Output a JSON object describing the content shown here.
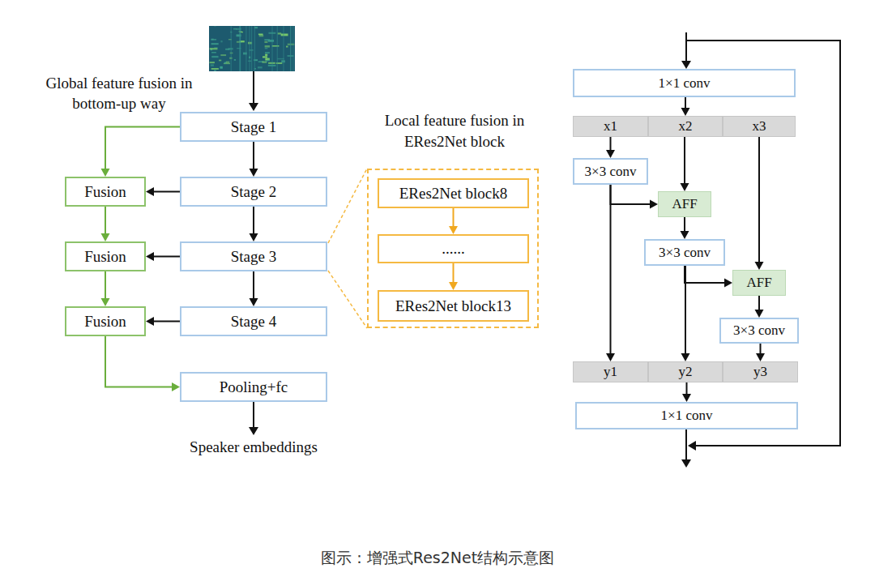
{
  "diagram": {
    "caption": "图示：增强式Res2Net结构示意图",
    "nodes": [
      {
        "text": [
          "Stage 1"
        ]
      },
      {
        "text": [
          "Fusion"
        ]
      },
      {
        "text": [
          "Stage 2"
        ]
      },
      {
        "text": [
          "Fusion"
        ]
      },
      {
        "text": [
          "Stage 3"
        ]
      },
      {
        "text": [
          "Fusion"
        ]
      },
      {
        "text": [
          "Stage 4"
        ]
      },
      {
        "text": [
          "Pooling+fc"
        ]
      },
      {
        "text": [
          "Local feature fusion in ERes2Net block"
        ]
      },
      {
        "text": [
          "ERes2Net block8"
        ],
        "in": 8
      },
      {
        "text": [
          "......"
        ],
        "in": 8
      },
      {
        "text": [
          "ERes2Net block13"
        ],
        "in": 8
      },
      {
        "text": [
          "1×1 conv"
        ]
      },
      {
        "text": [
          "x1"
        ]
      },
      {
        "text": [
          "x2"
        ]
      },
      {
        "text": [
          "x3"
        ]
      },
      {
        "text": [
          "3×3 conv"
        ]
      },
      {
        "text": [
          "AFF"
        ]
      },
      {
        "text": [
          "3×3 conv"
        ]
      },
      {
        "text": [
          "AFF"
        ]
      },
      {
        "text": [
          "3×3 conv"
        ]
      },
      {
        "text": [
          "y1"
        ]
      },
      {
        "text": [
          "y2"
        ]
      },
      {
        "text": [
          "y3"
        ]
      },
      {
        "text": [
          "1×1 conv"
        ]
      }
    ],
    "edges": [
      {
        "from": 0,
        "to": 2,
        "arrow": "to"
      },
      {
        "from": 2,
        "to": 4,
        "arrow": "to"
      },
      {
        "from": 4,
        "to": 6,
        "arrow": "to"
      },
      {
        "from": 2,
        "to": 1,
        "arrow": "to"
      },
      {
        "from": 4,
        "to": 3,
        "arrow": "to"
      },
      {
        "from": 6,
        "to": 5,
        "arrow": "to"
      },
      {
        "from": 0,
        "to": 1,
        "arrow": "to"
      },
      {
        "from": 1,
        "to": 3,
        "arrow": "to"
      },
      {
        "from": 3,
        "to": 5,
        "arrow": "to"
      },
      {
        "from": 5,
        "to": 7,
        "arrow": "to"
      },
      {
        "from": 9,
        "to": 10,
        "arrow": "to"
      },
      {
        "from": 10,
        "to": 11,
        "arrow": "to"
      },
      {
        "from": 12,
        "to": 14,
        "arrow": "to"
      },
      {
        "from": 13,
        "to": 16,
        "arrow": "to"
      },
      {
        "from": 14,
        "to": 17,
        "arrow": "to"
      },
      {
        "from": 16,
        "to": 17,
        "arrow": "to"
      },
      {
        "from": 16,
        "to": 21,
        "arrow": "to"
      },
      {
        "from": 17,
        "to": 18,
        "arrow": "to"
      },
      {
        "from": 18,
        "to": 19,
        "arrow": "to"
      },
      {
        "from": 18,
        "to": 22,
        "arrow": "to"
      },
      {
        "from": 15,
        "to": 19,
        "arrow": "to"
      },
      {
        "from": 19,
        "to": 20,
        "arrow": "to"
      },
      {
        "from": 20,
        "to": 23,
        "arrow": "to"
      },
      {
        "from": 22,
        "to": 24,
        "arrow": "to"
      }
    ],
    "labels": [
      "Global feature fusion in bottom-up way",
      "Speaker embeddings"
    ]
  }
}
